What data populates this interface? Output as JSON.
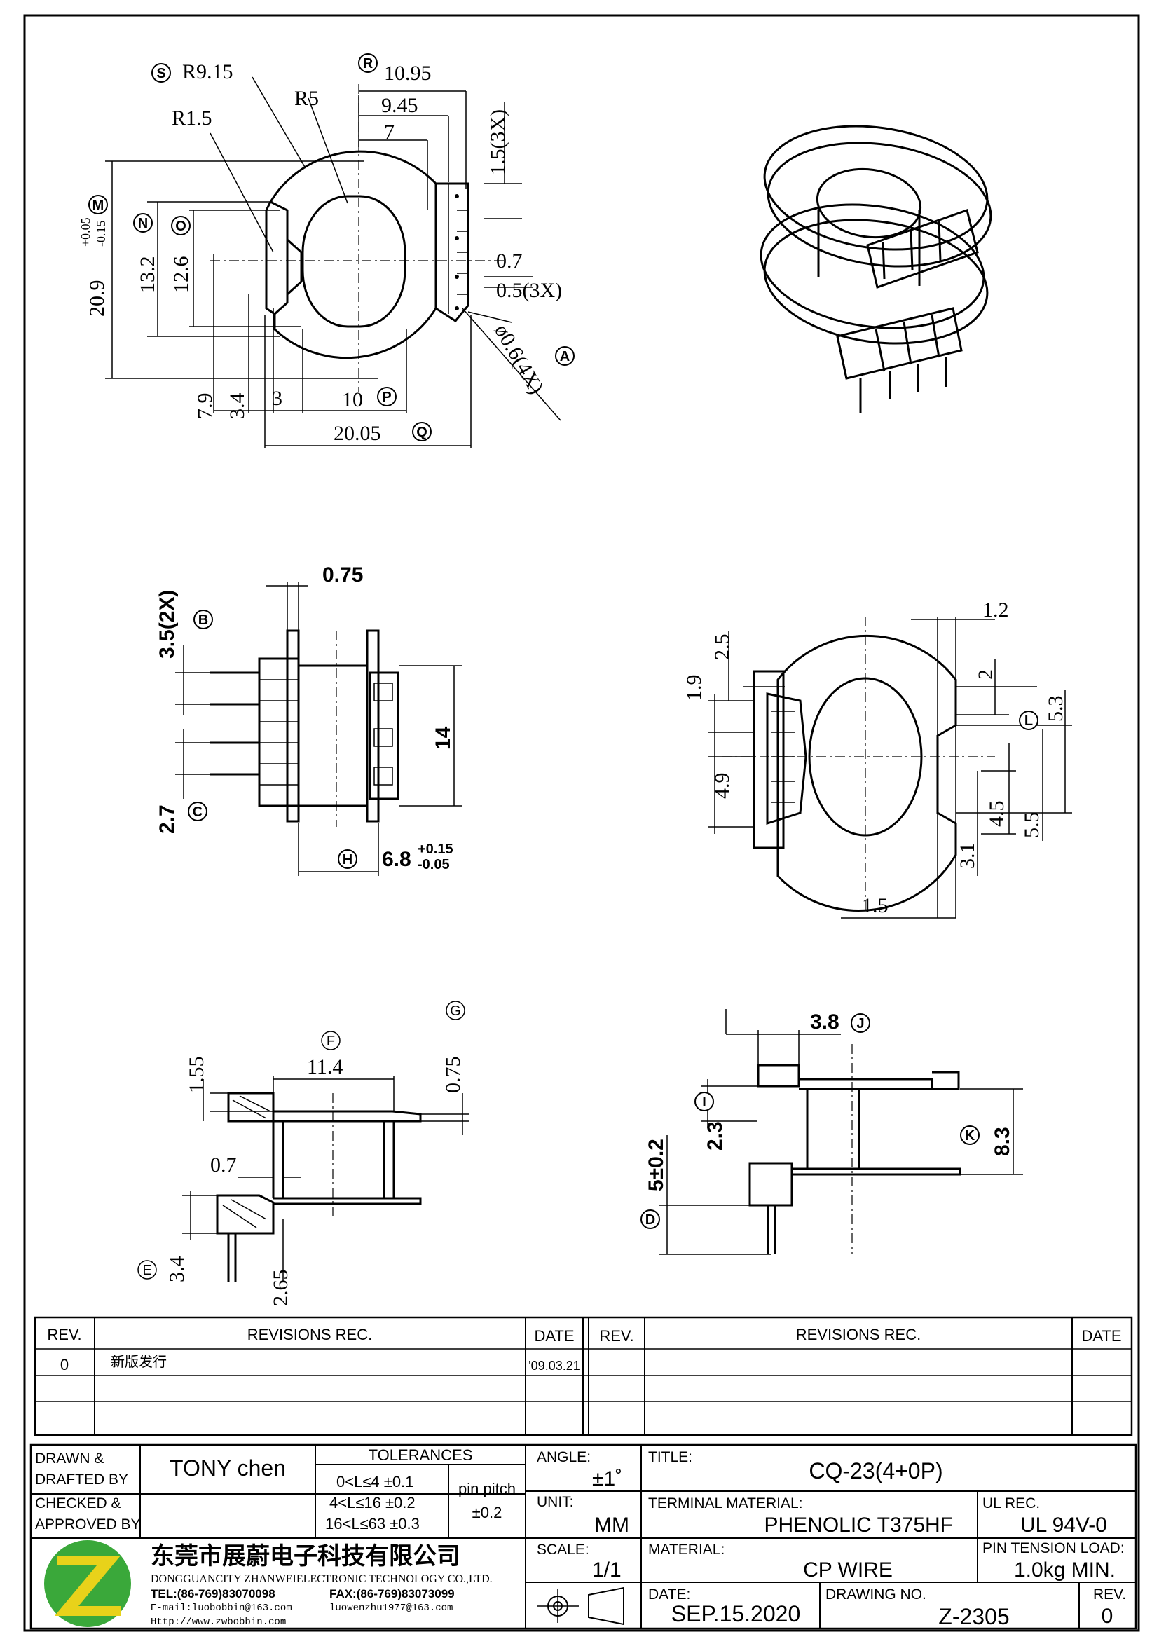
{
  "top_view": {
    "dims": {
      "r9_15": "R9.15",
      "r5": "R5",
      "r1_5": "R1.5",
      "d10_95": "10.95",
      "d9_45": "9.45",
      "d7": "7",
      "d1_5_3x": "1.5(3X)",
      "d0_7": "0.7",
      "d0_5_3x": "0.5(3X)",
      "phi06": "ø0.6(4X)",
      "d20_9": "20.9",
      "tol20_9_up": "+0.05",
      "tol20_9_dn": "-0.15",
      "d13_2": "13.2",
      "d12_6": "12.6",
      "d7_9": "7.9",
      "d3_4": "3.4",
      "d3": "3",
      "d10": "10",
      "d20_05": "20.05"
    },
    "balloons": {
      "S": "S",
      "R": "R",
      "M": "M",
      "N": "N",
      "O": "O",
      "A": "A",
      "P": "P",
      "Q": "Q"
    }
  },
  "side_view": {
    "dims": {
      "d0_75": "0.75",
      "d3_5_2x": "3.5(2X)",
      "d14": "14",
      "d2_7": "2.7",
      "d6_8": "6.8",
      "tol6_8_up": "+0.15",
      "tol6_8_dn": "-0.05"
    },
    "balloons": {
      "B": "B",
      "C": "C",
      "H": "H"
    }
  },
  "bottom_view": {
    "dims": {
      "d1_2": "1.2",
      "d2_5": "2.5",
      "d1_9": "1.9",
      "d2": "2",
      "d5_3": "5.3",
      "d4_9": "4.9",
      "d4_5": "4.5",
      "d5_5": "5.5",
      "d3_1": "3.1",
      "d1_5": "1.5"
    },
    "balloons": {
      "L": "L"
    }
  },
  "section_view": {
    "dims": {
      "d1_55": "1.55",
      "d11_4": "11.4",
      "d0_75": "0.75",
      "d0_7": "0.7",
      "d3_4": "3.4",
      "d2_65": "2.65"
    },
    "balloons": {
      "F": "F",
      "G": "G",
      "E": "E"
    }
  },
  "front_view": {
    "dims": {
      "d3_8": "3.8",
      "d2_3": "2.3",
      "d8_3": "8.3",
      "d5": "5±0.2"
    },
    "balloons": {
      "J": "J",
      "I": "I",
      "K": "K",
      "D": "D"
    }
  },
  "revisions": {
    "headers": {
      "rev": "REV.",
      "rec": "REVISIONS    REC.",
      "date": "DATE"
    },
    "rows": [
      {
        "rev": "0",
        "rec": "新版发行",
        "date": "'09.03.21"
      }
    ]
  },
  "title_block": {
    "drawn_label": "DRAWN &",
    "drafted_label": "DRAFTED BY",
    "drawn_value": "TONY  chen",
    "checked_label": "CHECKED &",
    "approved_label": "APPROVED BY",
    "tolerances_label": "TOLERANCES",
    "tol1": "0<L≤4    ±0.1",
    "tol2": "4<L≤16  ±0.2",
    "tol3": "16<L≤63  ±0.3",
    "pin_pitch_label": "pin  pitch",
    "pin_pitch_value": "±0.2",
    "angle_label": "ANGLE:",
    "angle_value": "±1˚",
    "unit_label": "UNIT:",
    "unit_value": "MM",
    "scale_label": "SCALE:",
    "scale_value": "1/1",
    "title_label": "TITLE:",
    "title_value": "CQ-23(4+0P)",
    "terminal_label": "TERMINAL  MATERIAL:",
    "terminal_value": "PHENOLIC  T375HF",
    "ul_label": "UL  REC.",
    "ul_value": "UL  94V-0",
    "material_label": "MATERIAL:",
    "material_value": "CP  WIRE",
    "tension_label": "PIN  TENSION  LOAD:",
    "tension_value": "1.0kg  MIN.",
    "date_label": "DATE:",
    "date_value": "SEP.15.2020",
    "drawing_label": "DRAWING  NO.",
    "drawing_value": "Z-2305",
    "rev_label": "REV.",
    "rev_value": "0",
    "company_cn": "东莞市展蔚电子科技有限公司",
    "company_en": "DONGGUANCITY  ZHANWEIELECTRONIC  TECHNOLOGY  CO.,LTD.",
    "tel": "TEL:(86-769)83070098",
    "fax": "FAX:(86-769)83073099",
    "email1": "E-mail:luobobbin@163.com",
    "email2": "luowenzhu1977@163.com",
    "web": "Http://www.zwbobbin.com",
    "logo_colors": {
      "green": "#3aa83a",
      "yellow": "#e8d21a"
    }
  }
}
